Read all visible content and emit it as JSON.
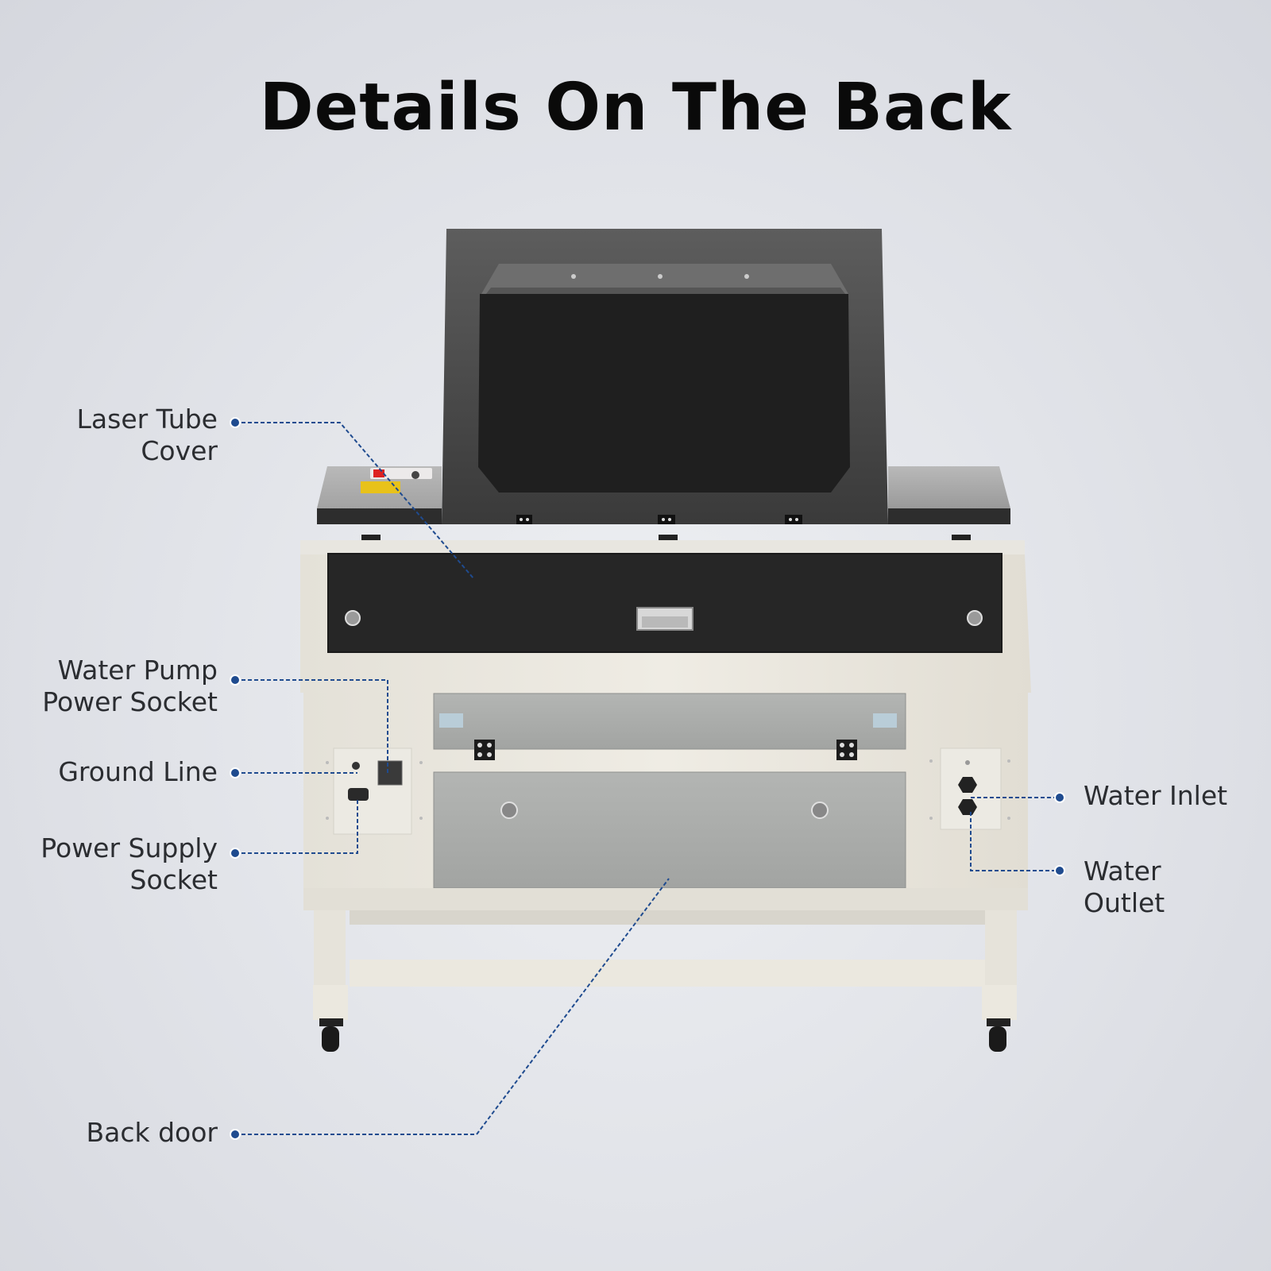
{
  "title": "Details On The Back",
  "colors": {
    "callout": "#1f4b8f",
    "panel_dark": "#2a2a2a",
    "cabinet": "#e9e6dd",
    "door_gray": "#a6a8a6",
    "label_text": "#2b2d31"
  },
  "callouts": [
    {
      "id": "laser-tube-cover",
      "lines": [
        "Laser Tube",
        "Cover"
      ],
      "side": "left"
    },
    {
      "id": "water-pump-power-socket",
      "lines": [
        "Water Pump",
        "Power Socket"
      ],
      "side": "left"
    },
    {
      "id": "ground-line",
      "lines": [
        "Ground Line"
      ],
      "side": "left"
    },
    {
      "id": "power-supply-socket",
      "lines": [
        "Power Supply",
        "Socket"
      ],
      "side": "left"
    },
    {
      "id": "back-door",
      "lines": [
        "Back door"
      ],
      "side": "left"
    },
    {
      "id": "water-inlet",
      "lines": [
        "Water Inlet"
      ],
      "side": "right"
    },
    {
      "id": "water-outlet",
      "lines": [
        "Water",
        "Outlet"
      ],
      "side": "right"
    }
  ]
}
